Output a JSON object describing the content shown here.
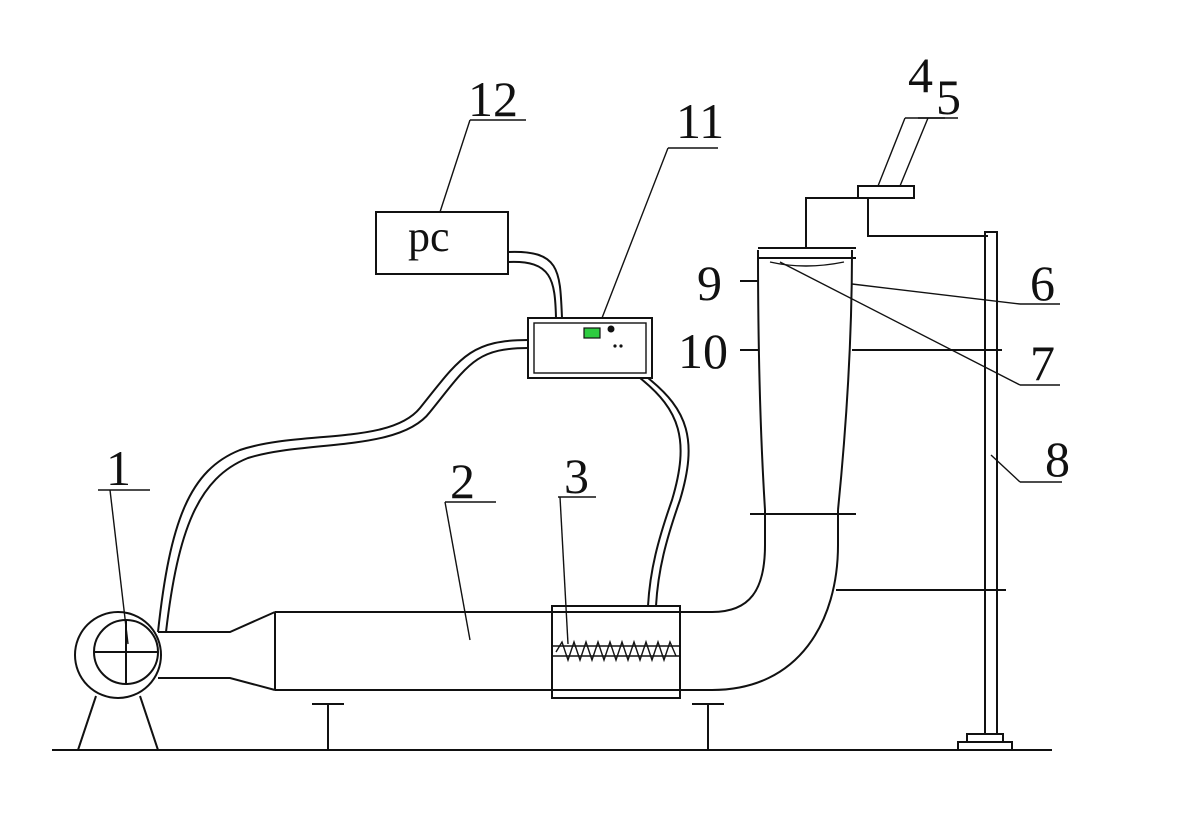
{
  "pc_box_text": "pc",
  "labels": {
    "l1": "1",
    "l2": "2",
    "l3": "3",
    "l4": "4",
    "l5": "5",
    "l6": "6",
    "l7": "7",
    "l8": "8",
    "l9": "9",
    "l10": "10",
    "l11": "11",
    "l12": "12"
  },
  "colors": {
    "line": "#111111",
    "display": "#2ecc40",
    "background": "#ffffff"
  }
}
